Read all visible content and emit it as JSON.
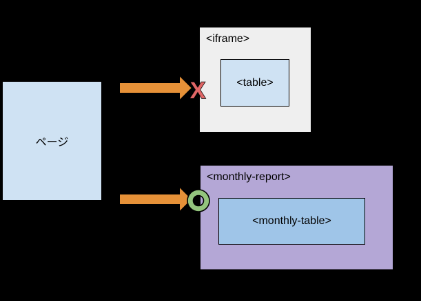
{
  "background_color": "#000000",
  "boxes": {
    "page": {
      "label": "ページ",
      "fill": "#cfe2f3",
      "border": "#000000"
    },
    "iframe": {
      "label": "<iframe>",
      "fill": "#efefef"
    },
    "table": {
      "label": "<table>",
      "fill": "#cfe2f3",
      "border": "#000000"
    },
    "monthly_report": {
      "label": "<monthly-report>",
      "fill": "#b4a7d6",
      "border": "#000000"
    },
    "monthly_table": {
      "label": "<monthly-table>",
      "fill": "#9fc5e8",
      "border": "#000000"
    }
  },
  "arrows": {
    "fill": "#e69138",
    "outline": "#000000"
  },
  "markers": {
    "blocked_symbol": "X",
    "blocked_color": "#e06666",
    "allowed_shape": "circle",
    "allowed_color": "#93c47d"
  }
}
